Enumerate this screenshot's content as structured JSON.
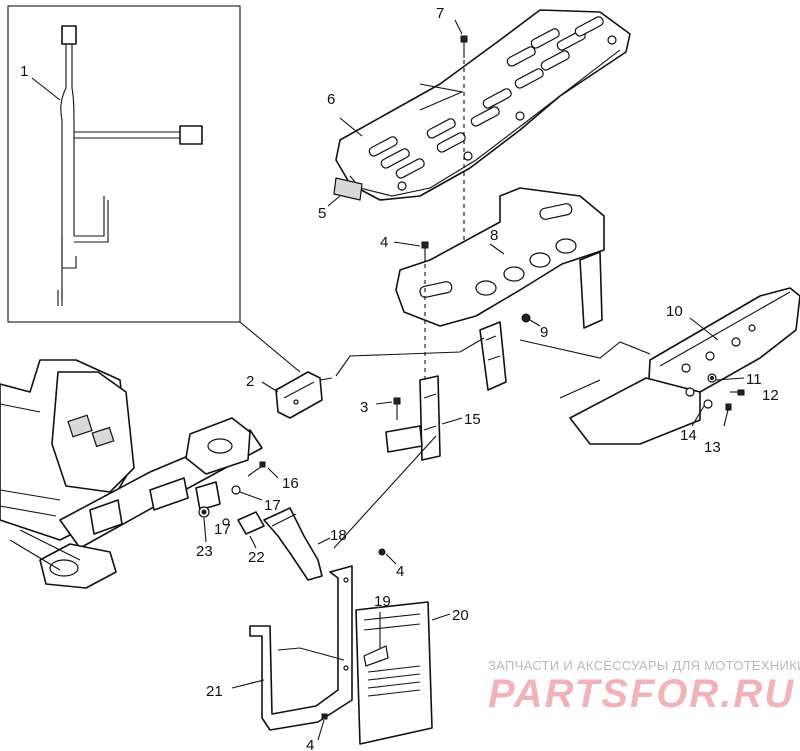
{
  "callouts": [
    "1",
    "2",
    "3",
    "4",
    "5",
    "6",
    "7",
    "8",
    "9",
    "10",
    "11",
    "12",
    "13",
    "14",
    "15",
    "16",
    "17",
    "18",
    "19",
    "20",
    "21",
    "22",
    "23"
  ],
  "callout_extra": {
    "c4b": "4",
    "c4c": "4",
    "c17b": "17"
  },
  "watermark": {
    "caption": "ЗАПЧАСТИ И АКСЕССУАРЫ ДЛЯ МОТОТЕХНИКИ",
    "brand": "PARTSFOR.RU"
  }
}
